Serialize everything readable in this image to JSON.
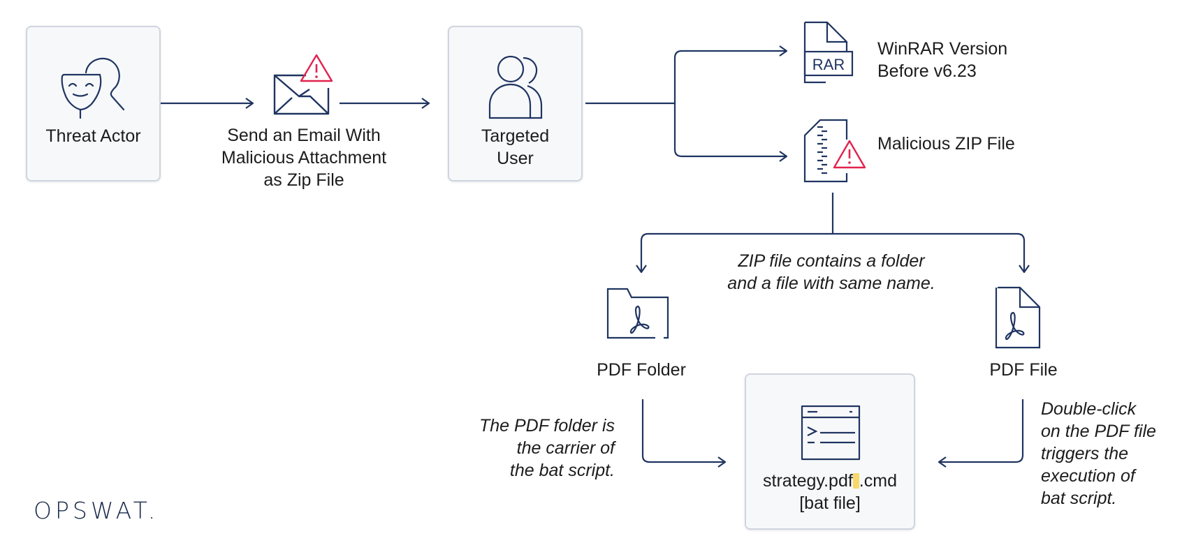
{
  "colors": {
    "ink": "#1f3461",
    "alert": "#e0234e",
    "highlight": "#f6d86b",
    "box_border": "#cfd5df",
    "box_fill": "#f7f8fa"
  },
  "nodes": {
    "threat_actor": {
      "label": "Threat Actor",
      "icon": "threat-actor-mask-icon"
    },
    "email": {
      "lines": [
        "Send an Email With",
        "Malicious Attachment",
        "as Zip File"
      ],
      "icon": "email-warning-icon"
    },
    "targeted_user": {
      "lines": [
        "Targeted",
        "User"
      ],
      "icon": "users-icon"
    },
    "winrar": {
      "lines": [
        "WinRAR Version",
        "Before v6.23"
      ],
      "icon": "rar-file-icon",
      "icon_text": "RAR"
    },
    "zip": {
      "label": "Malicious ZIP File",
      "icon": "zip-file-warning-icon"
    },
    "pdf_folder": {
      "label": "PDF Folder",
      "icon": "pdf-folder-icon"
    },
    "pdf_file": {
      "label": "PDF File",
      "icon": "pdf-file-icon"
    },
    "bat": {
      "name_prefix": "strategy.pdf",
      "name_suffix": ".cmd",
      "subtitle": "[bat file]",
      "icon": "terminal-window-icon"
    }
  },
  "notes": {
    "zip_contents": [
      "ZIP file contains a folder",
      "and a file with same name."
    ],
    "folder_carrier": [
      "The PDF folder is",
      "the carrier of",
      "the bat script."
    ],
    "double_click": [
      "Double-click",
      "on the PDF file",
      "triggers the",
      "execution of",
      "bat script."
    ]
  },
  "brand": {
    "logo": "OPSWAT."
  }
}
